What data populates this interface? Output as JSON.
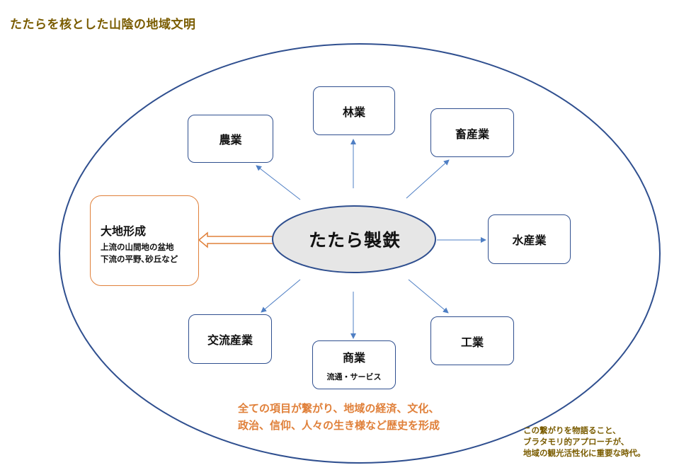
{
  "title": "たたらを核とした山陰の地域文明",
  "center": "たたら製鉄",
  "nodes": {
    "agriculture": "農業",
    "forestry": "林業",
    "livestock": "畜産業",
    "fishery": "水産業",
    "industry": "工業",
    "commerce": "商業",
    "commerce_sub": "流通・サービス",
    "transport": "交流産業"
  },
  "landform": {
    "label": "大地形成",
    "line1": "上流の山間地の盆地",
    "line2": "下流の平野､砂丘など"
  },
  "summary": {
    "line1": "全ての項目が繋がり、地域の経済、文化、",
    "line2": "政治、信仰、人々の生き様など歴史を形成"
  },
  "closing": {
    "line1": "この繋がりを物語ること、",
    "line2": "ブラタモリ的アプローチが、",
    "line3": "地域の観光活性化に重要な時代。"
  },
  "colors": {
    "title": "#7a5c00",
    "border": "#2f4f8f",
    "arrow": "#4f7fc4",
    "center_fill": "#e6e6e6",
    "landform_border": "#e0803a",
    "summary_text": "#e0803a",
    "closing_text": "#7a5c00"
  }
}
